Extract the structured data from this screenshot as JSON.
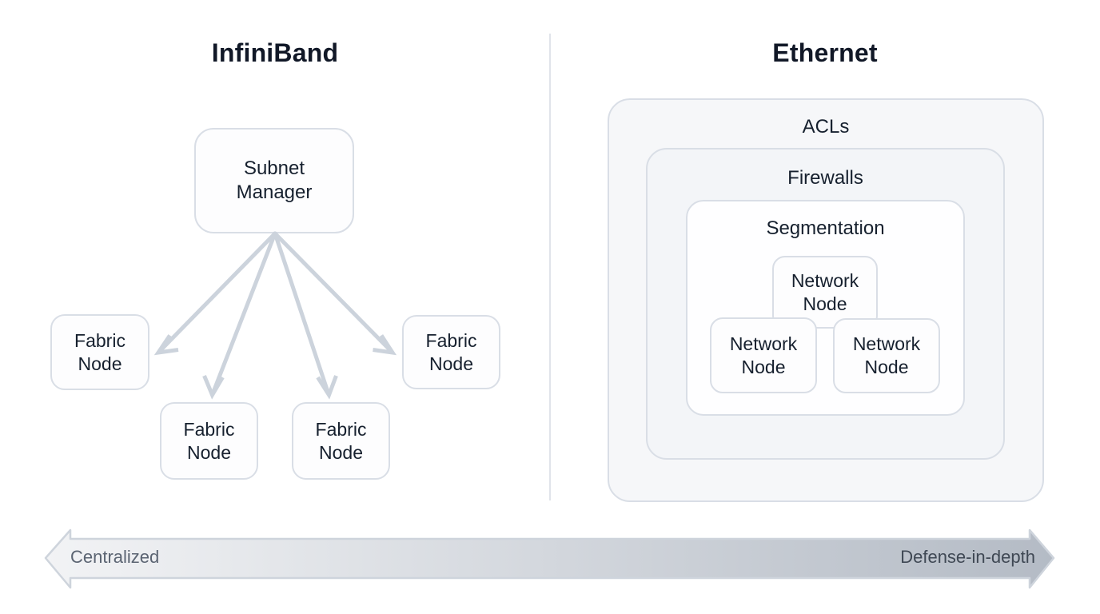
{
  "infiniband": {
    "title": "InfiniBand",
    "manager_label": "Subnet Manager",
    "nodes": [
      "Fabric Node",
      "Fabric Node",
      "Fabric Node",
      "Fabric Node"
    ]
  },
  "ethernet": {
    "title": "Ethernet",
    "layers": [
      "ACLs",
      "Firewalls",
      "Segmentation"
    ],
    "nodes": [
      "Network Node",
      "Network Node",
      "Network Node"
    ]
  },
  "spectrum": {
    "left_label": "Centralized",
    "right_label": "Defense-in-depth"
  },
  "colors": {
    "title": "#111827",
    "node-text": "#16202e",
    "box-border": "#d9dee6",
    "box-bg": "#fdfdfe",
    "layer1-bg": "#f6f7f9",
    "layer2-bg": "#f3f5f8",
    "layer3-bg": "#fefeff",
    "arrow": "#ccd3dc",
    "divider": "#e0e4ea",
    "grad-left": "#f2f3f5",
    "grad-right": "#b4bbc5",
    "spectrum-border": "#ced4dc",
    "left-label": "#5b6472",
    "right-label": "#3f4854"
  }
}
